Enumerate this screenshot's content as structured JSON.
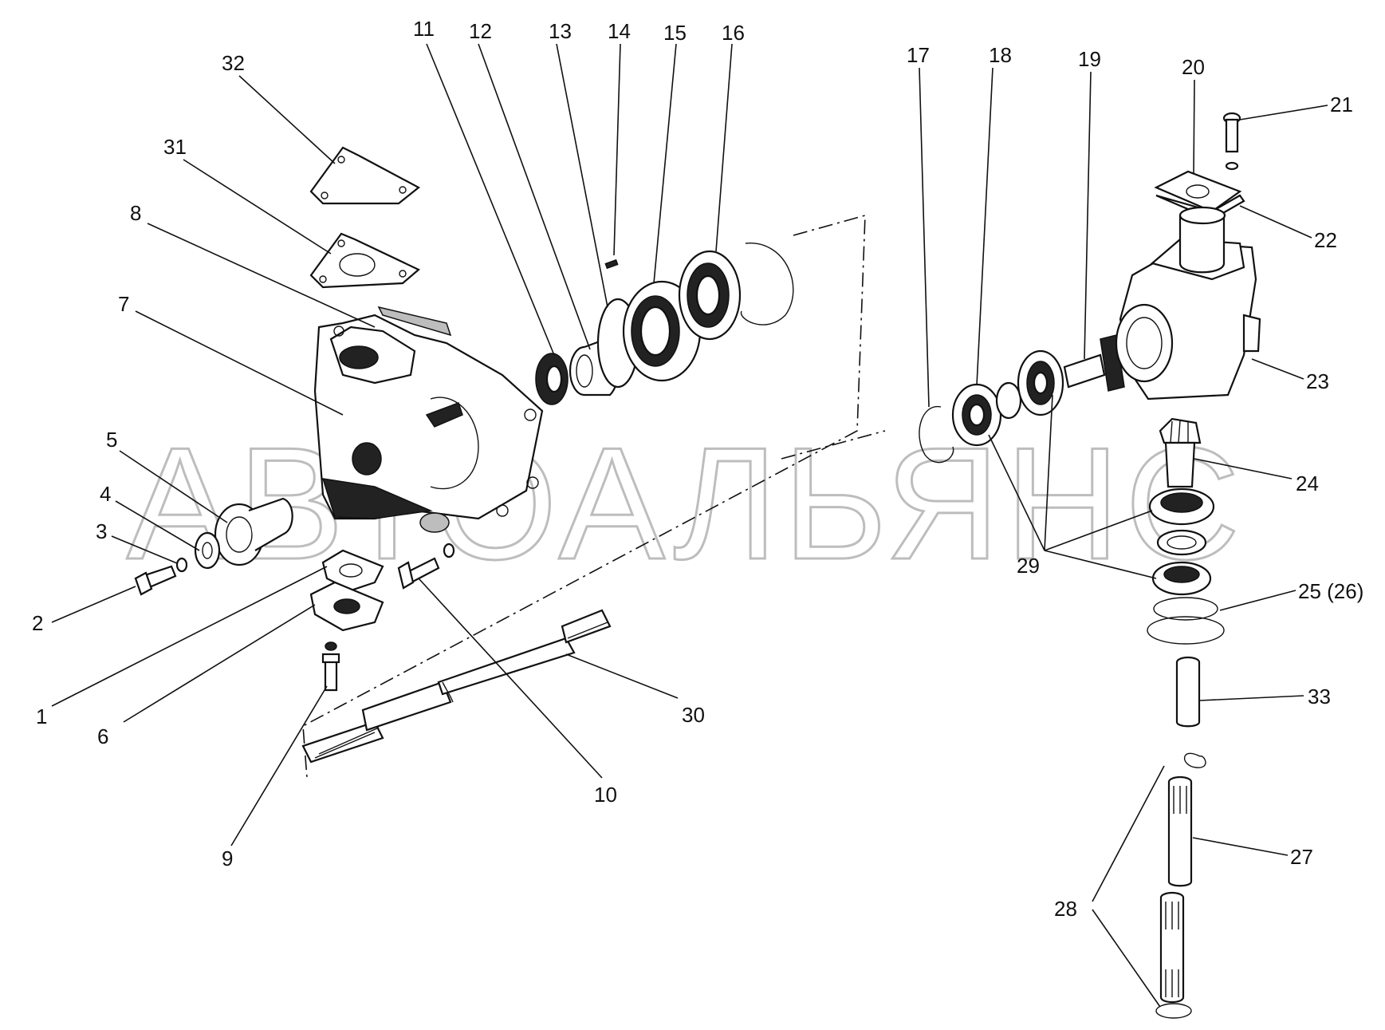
{
  "diagram": {
    "watermark": "АВТОАЛЬЯНС",
    "callouts": [
      {
        "id": "c1",
        "text": "1"
      },
      {
        "id": "c2",
        "text": "2"
      },
      {
        "id": "c3",
        "text": "3"
      },
      {
        "id": "c4",
        "text": "4"
      },
      {
        "id": "c5",
        "text": "5"
      },
      {
        "id": "c6",
        "text": "6"
      },
      {
        "id": "c7",
        "text": "7"
      },
      {
        "id": "c8",
        "text": "8"
      },
      {
        "id": "c9",
        "text": "9"
      },
      {
        "id": "c10",
        "text": "10"
      },
      {
        "id": "c11",
        "text": "11"
      },
      {
        "id": "c12",
        "text": "12"
      },
      {
        "id": "c13",
        "text": "13"
      },
      {
        "id": "c14",
        "text": "14"
      },
      {
        "id": "c15",
        "text": "15"
      },
      {
        "id": "c16",
        "text": "16"
      },
      {
        "id": "c17",
        "text": "17"
      },
      {
        "id": "c18",
        "text": "18"
      },
      {
        "id": "c19",
        "text": "19"
      },
      {
        "id": "c20",
        "text": "20"
      },
      {
        "id": "c21",
        "text": "21"
      },
      {
        "id": "c22",
        "text": "22"
      },
      {
        "id": "c23",
        "text": "23"
      },
      {
        "id": "c24",
        "text": "24"
      },
      {
        "id": "c25",
        "text": "25 (26)"
      },
      {
        "id": "c27",
        "text": "27"
      },
      {
        "id": "c28",
        "text": "28"
      },
      {
        "id": "c29",
        "text": "29"
      },
      {
        "id": "c30",
        "text": "30"
      },
      {
        "id": "c31",
        "text": "31"
      },
      {
        "id": "c32",
        "text": "32"
      },
      {
        "id": "c33",
        "text": "33"
      }
    ]
  }
}
